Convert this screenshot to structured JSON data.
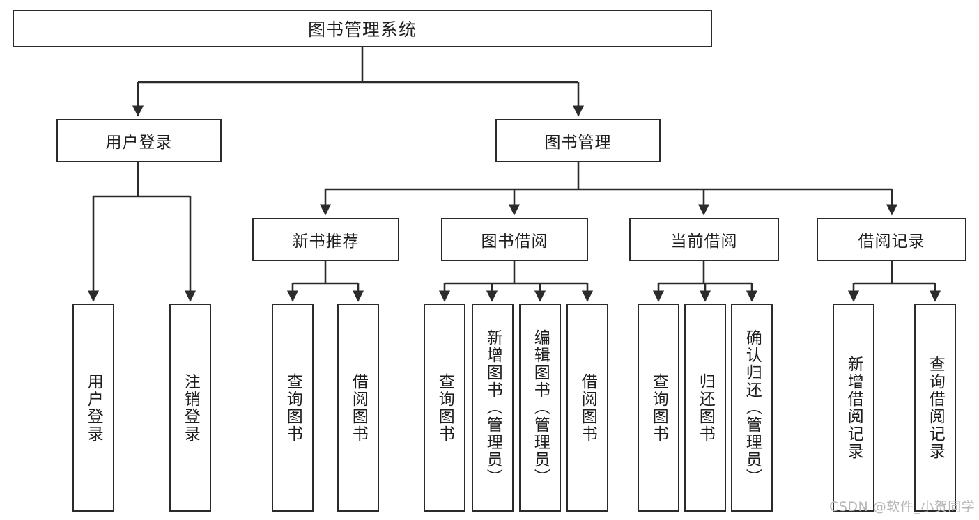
{
  "diagram": {
    "type": "tree",
    "title": "图书管理系统",
    "orientation": "top-down",
    "colors": {
      "box_border": "#2b2b2b",
      "box_fill": "#ffffff",
      "edge": "#2b2b2b",
      "text": "#1d1d1d",
      "watermark": "#b6b6b6"
    },
    "root": {
      "label": "图书管理系统",
      "text_direction": "horizontal"
    },
    "level2": [
      {
        "id": "user-login",
        "label": "用户登录",
        "text_direction": "horizontal"
      },
      {
        "id": "book-management",
        "label": "图书管理",
        "text_direction": "horizontal"
      }
    ],
    "level3": [
      {
        "id": "new-book-recommend",
        "label": "新书推荐",
        "parent": "book-management",
        "text_direction": "horizontal"
      },
      {
        "id": "book-borrow",
        "label": "图书借阅",
        "parent": "book-management",
        "text_direction": "horizontal"
      },
      {
        "id": "current-borrow",
        "label": "当前借阅",
        "parent": "book-management",
        "text_direction": "horizontal"
      },
      {
        "id": "borrow-record",
        "label": "借阅记录",
        "parent": "book-management",
        "text_direction": "horizontal"
      }
    ],
    "leaves": [
      {
        "id": "leaf-user-login",
        "label": "用户登录",
        "parent": "user-login",
        "text_direction": "vertical"
      },
      {
        "id": "leaf-logout-login",
        "label": "注销登录",
        "parent": "user-login",
        "text_direction": "vertical"
      },
      {
        "id": "leaf-query-book-recommend",
        "label": "查询图书",
        "parent": "new-book-recommend",
        "text_direction": "vertical"
      },
      {
        "id": "leaf-borrow-book-recommend",
        "label": "借阅图书",
        "parent": "new-book-recommend",
        "text_direction": "vertical"
      },
      {
        "id": "leaf-query-book-borrow",
        "label": "查询图书",
        "parent": "book-borrow",
        "text_direction": "vertical"
      },
      {
        "id": "leaf-add-book-admin",
        "label": "新增图书（管理员）",
        "parent": "book-borrow",
        "text_direction": "vertical"
      },
      {
        "id": "leaf-edit-book-admin",
        "label": "编辑图书（管理员）",
        "parent": "book-borrow",
        "text_direction": "vertical"
      },
      {
        "id": "leaf-borrow-book",
        "label": "借阅图书",
        "parent": "book-borrow",
        "text_direction": "vertical"
      },
      {
        "id": "leaf-query-book-current",
        "label": "查询图书",
        "parent": "current-borrow",
        "text_direction": "vertical"
      },
      {
        "id": "leaf-return-book",
        "label": "归还图书",
        "parent": "current-borrow",
        "text_direction": "vertical"
      },
      {
        "id": "leaf-confirm-return-admin",
        "label": "确认归还（管理员）",
        "parent": "current-borrow",
        "text_direction": "vertical"
      },
      {
        "id": "leaf-add-borrow-record",
        "label": "新增借阅记录",
        "parent": "borrow-record",
        "text_direction": "vertical"
      },
      {
        "id": "leaf-query-borrow-record",
        "label": "查询借阅记录",
        "parent": "borrow-record",
        "text_direction": "vertical"
      }
    ]
  },
  "watermark": {
    "text": "CSDN @软件_小贺同学"
  }
}
